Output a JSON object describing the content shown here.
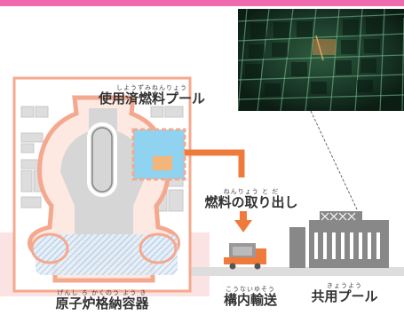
{
  "labels": {
    "spent_fuel_pool": {
      "ruby": "しようずみねんりょう",
      "text": "使用済燃料プール"
    },
    "fuel_removal": {
      "ruby": "ねんりょう と だ",
      "text": "燃料の取り出し"
    },
    "containment_vessel": {
      "ruby": "げんし ろ かくのう よう き",
      "text": "原子炉格納容器"
    },
    "onsite_transport": {
      "ruby": "こうないゆそう",
      "text": "構内輸送"
    },
    "common_pool": {
      "ruby": "きょうよう",
      "text": "共用プール"
    }
  },
  "colors": {
    "accent_bar": "#f06ab0",
    "salmon_outline": "#f4a98f",
    "orange_arrow": "#f07a3c",
    "pool_blue": "#8fd3f0",
    "pool_blue_dark": "#3a8fc0",
    "reactor_gray": "#d6d6d6",
    "hatch_blue": "#a9c7e3",
    "building_gray": "#888888",
    "ground_gray": "#dddddd"
  },
  "photo": {
    "description_icon": "fuel-rack-underwater-photo"
  }
}
